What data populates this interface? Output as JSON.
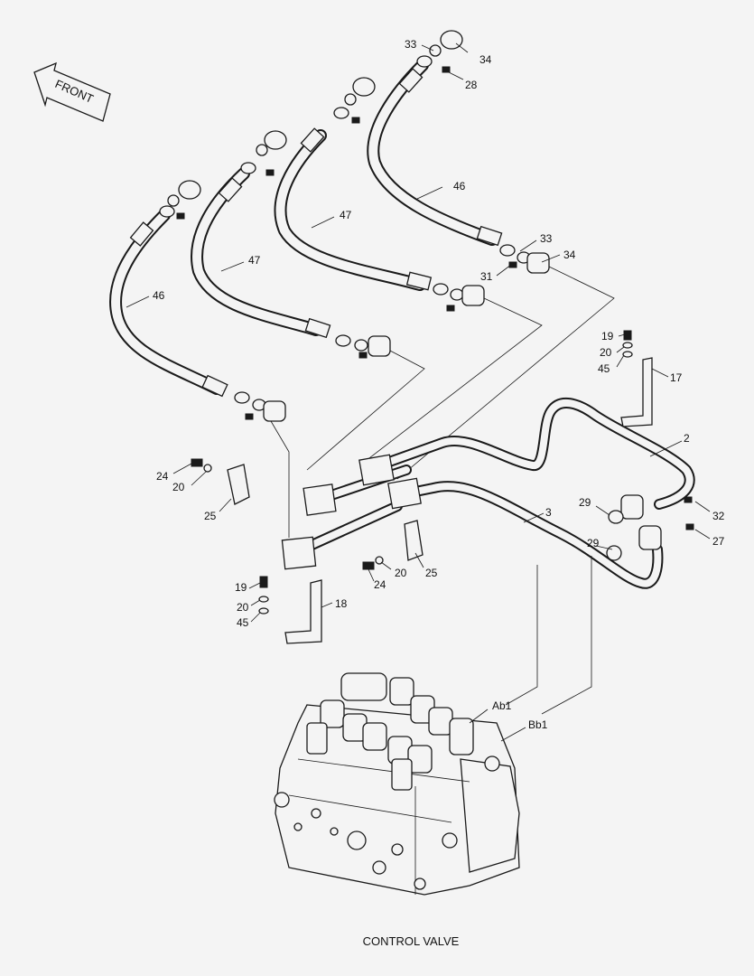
{
  "caption": "CONTROL VALVE",
  "front_label": "FRONT",
  "callouts": [
    {
      "id": "c33a",
      "text": "33"
    },
    {
      "id": "c34a",
      "text": "34"
    },
    {
      "id": "c28",
      "text": "28"
    },
    {
      "id": "c46a",
      "text": "46"
    },
    {
      "id": "c47a",
      "text": "47"
    },
    {
      "id": "c47b",
      "text": "47"
    },
    {
      "id": "c46b",
      "text": "46"
    },
    {
      "id": "c33b",
      "text": "33"
    },
    {
      "id": "c34b",
      "text": "34"
    },
    {
      "id": "c31",
      "text": "31"
    },
    {
      "id": "c19a",
      "text": "19"
    },
    {
      "id": "c20a",
      "text": "20"
    },
    {
      "id": "c45a",
      "text": "45"
    },
    {
      "id": "c17",
      "text": "17"
    },
    {
      "id": "c2",
      "text": "2"
    },
    {
      "id": "c24a",
      "text": "24"
    },
    {
      "id": "c20b",
      "text": "20"
    },
    {
      "id": "c25a",
      "text": "25"
    },
    {
      "id": "c29a",
      "text": "29"
    },
    {
      "id": "c3",
      "text": "3"
    },
    {
      "id": "c32",
      "text": "32"
    },
    {
      "id": "c29b",
      "text": "29"
    },
    {
      "id": "c27",
      "text": "27"
    },
    {
      "id": "c20c",
      "text": "20"
    },
    {
      "id": "c25b",
      "text": "25"
    },
    {
      "id": "c24b",
      "text": "24"
    },
    {
      "id": "c19b",
      "text": "19"
    },
    {
      "id": "c20d",
      "text": "20"
    },
    {
      "id": "c45b",
      "text": "45"
    },
    {
      "id": "c18",
      "text": "18"
    },
    {
      "id": "cAb1",
      "text": "Ab1"
    },
    {
      "id": "cBb1",
      "text": "Bb1"
    }
  ]
}
